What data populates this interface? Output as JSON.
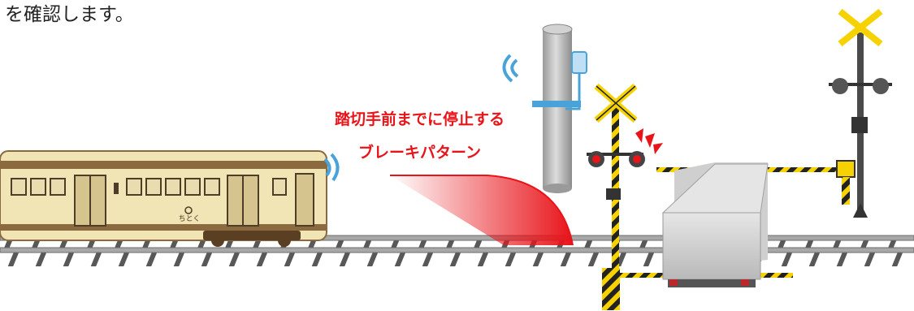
{
  "caption": "を確認します。",
  "pattern_label": {
    "line1": "踏切手前までに停止する",
    "line2": "ブレーキパターン"
  },
  "train_mark": "ちとく",
  "colors": {
    "train_body": "#f1e4b5",
    "train_stripe": "#8a6a3e",
    "warning_red": "#e8141a",
    "crossing_yellow": "#f5d200",
    "signal_blue": "#4aa3d8"
  },
  "icons": [
    "train-icon",
    "railway-track",
    "balise-pole-icon",
    "crossing-signal-icon",
    "truck-icon",
    "signal-wave-icon"
  ]
}
